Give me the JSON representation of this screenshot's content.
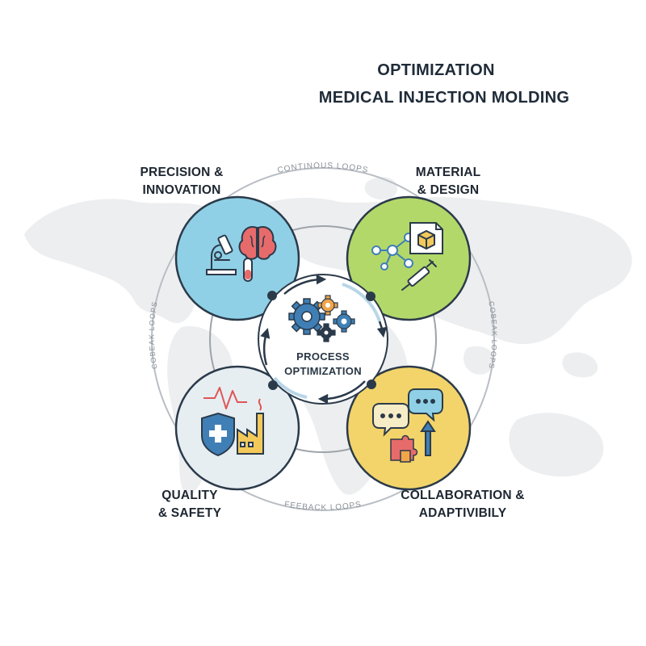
{
  "title": {
    "line1": "OPTIMIZATION",
    "line2": "MEDICAL INJECTION MOLDING"
  },
  "center": {
    "line1": "PROCESS",
    "line2": "OPTIMIZATION"
  },
  "quadrants": {
    "precision": {
      "line1": "PRECISION &",
      "line2": "INNOVATION",
      "color": "#8fd0e6",
      "icons": [
        "microscope-icon",
        "brain-icon",
        "test-tube-icon"
      ]
    },
    "material": {
      "line1": "MATERIAL",
      "line2": "& DESIGN",
      "color": "#b3d86a",
      "icons": [
        "molecule-network-icon",
        "cube-document-icon",
        "syringe-icon"
      ]
    },
    "quality": {
      "line1": "QUALITY",
      "line2": "& SAFETY",
      "color": "#e6eef2",
      "icons": [
        "heartbeat-icon",
        "medical-shield-icon",
        "factory-icon"
      ]
    },
    "collab": {
      "line1": "COLLABORATION &",
      "line2": "ADAPTIVIBILY",
      "color": "#f3d46a",
      "icons": [
        "speech-bubbles-icon",
        "puzzle-icon",
        "upward-arrow-icon"
      ]
    }
  },
  "loop_labels": {
    "top": "CONTINOUS LOOPS",
    "left": "COBEAK LOOPS",
    "right": "COBEAK LOOPS",
    "bottom": "FEEBACK LOOPS"
  },
  "colors": {
    "title": "#1f2b38",
    "ring": "#b9bec4",
    "map": "#eceef0",
    "accent_blue": "#3f7fb5",
    "accent_dark": "#2b3a4a"
  }
}
